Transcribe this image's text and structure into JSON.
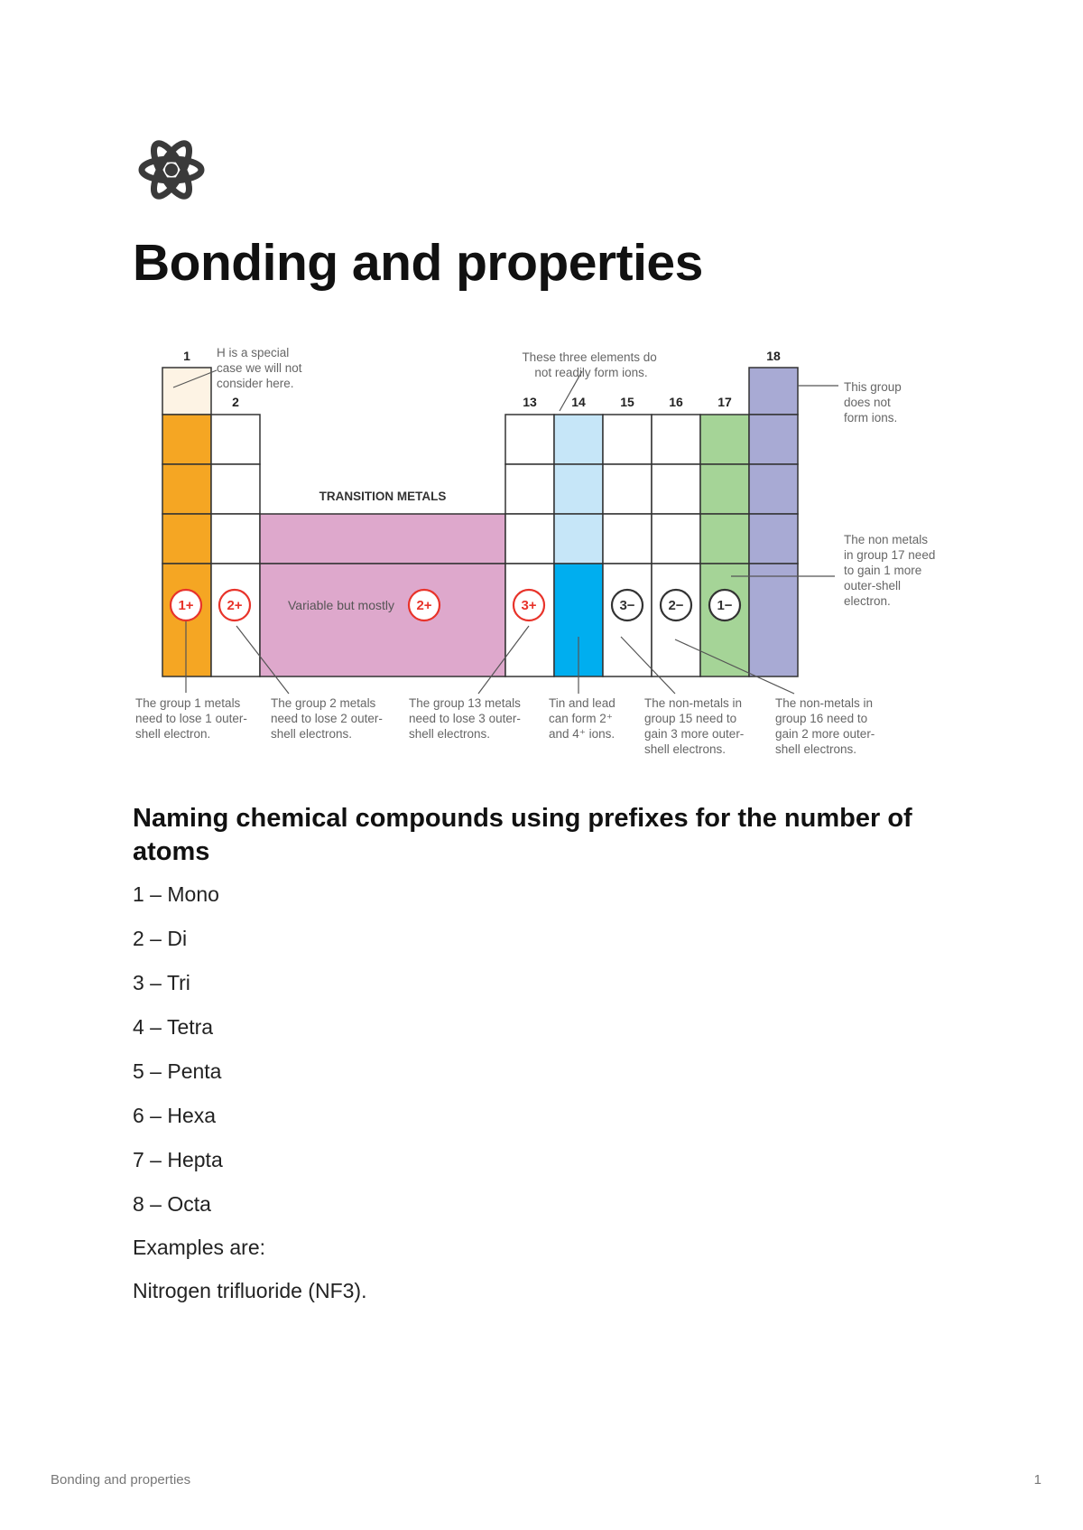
{
  "page": {
    "icon": "atom-icon",
    "title": "Bonding and properties",
    "footer_title": "Bonding and properties",
    "page_number": "1"
  },
  "diagram": {
    "group_labels": {
      "g1": "1",
      "g2": "2",
      "g13": "13",
      "g14": "14",
      "g15": "15",
      "g16": "16",
      "g17": "17",
      "g18": "18"
    },
    "transition_label": "TRANSITION METALS",
    "variable_text": "Variable but mostly",
    "ions": {
      "g1": "1+",
      "g2": "2+",
      "transition": "2+",
      "g13": "3+",
      "g15": "3−",
      "g16": "2−",
      "g17": "1−"
    },
    "colors": {
      "group1": "#F5A623",
      "hydrogen": "#FDF3E4",
      "transition": "#DEA8CC",
      "group14_light": "#C6E6F8",
      "group14_dark": "#00AEEF",
      "group17": "#A5D497",
      "group18": "#A8AAD4",
      "ion_red": "#E8332A"
    },
    "annotations": {
      "hydrogen": [
        "H is a special",
        "case we will not",
        "consider here."
      ],
      "group14_top": [
        "These three elements do",
        "not readily form ions."
      ],
      "group18": [
        "This group",
        "does not",
        "form ions."
      ],
      "group17": [
        "The non metals",
        "in group 17 need",
        "to gain 1 more",
        "outer-shell",
        "electron."
      ],
      "group1": [
        "The group 1 metals",
        "need to lose 1 outer-",
        "shell electron."
      ],
      "group2": [
        "The group 2 metals",
        "need to lose 2 outer-",
        "shell electrons."
      ],
      "group13": [
        "The group 13 metals",
        "need to lose 3 outer-",
        "shell electrons."
      ],
      "tin_lead": [
        "Tin and lead",
        "can form 2⁺",
        "and 4⁺ ions."
      ],
      "group15": [
        "The non-metals in",
        "group 15 need to",
        "gain 3 more outer-",
        "shell electrons."
      ],
      "group16": [
        "The non-metals in",
        "group 16 need to",
        "gain 2 more outer-",
        "shell electrons."
      ]
    }
  },
  "section": {
    "heading": "Naming chemical compounds using prefixes for the number of atoms",
    "prefixes": [
      "1 – Mono",
      "2 – Di",
      "3 – Tri",
      "4 – Tetra",
      "5 – Penta",
      "6 – Hexa",
      "7 – Hepta",
      "8 – Octa"
    ],
    "examples_intro": "Examples are:",
    "example_1": "Nitrogen trifluoride (NF3)."
  }
}
